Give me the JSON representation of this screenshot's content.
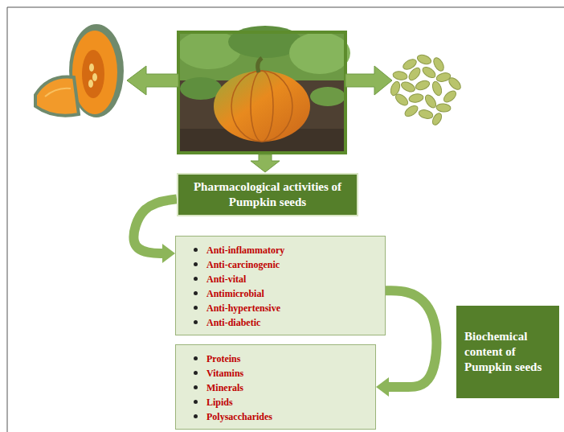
{
  "diagram": {
    "nodes": [
      {
        "text": [
          "Pharmacological activities of Pumpkin seeds"
        ]
      },
      {
        "text": [
          "Anti-inflammatory",
          "Anti-carcinogenic",
          "Anti-vital",
          "Antimicrobial",
          "Anti-hypertensive",
          "Anti-diabetic"
        ]
      },
      {
        "text": [
          "Proteins",
          "Vitamins",
          "Minerals",
          "Lipids",
          "Polysaccharides"
        ]
      },
      {
        "text": [
          "Biochemical content of Pumpkin seeds"
        ]
      }
    ],
    "edges": [
      {
        "from": 0,
        "to": 1,
        "arrow": "to"
      },
      {
        "from": 1,
        "to": 2,
        "arrow": "to"
      }
    ]
  }
}
